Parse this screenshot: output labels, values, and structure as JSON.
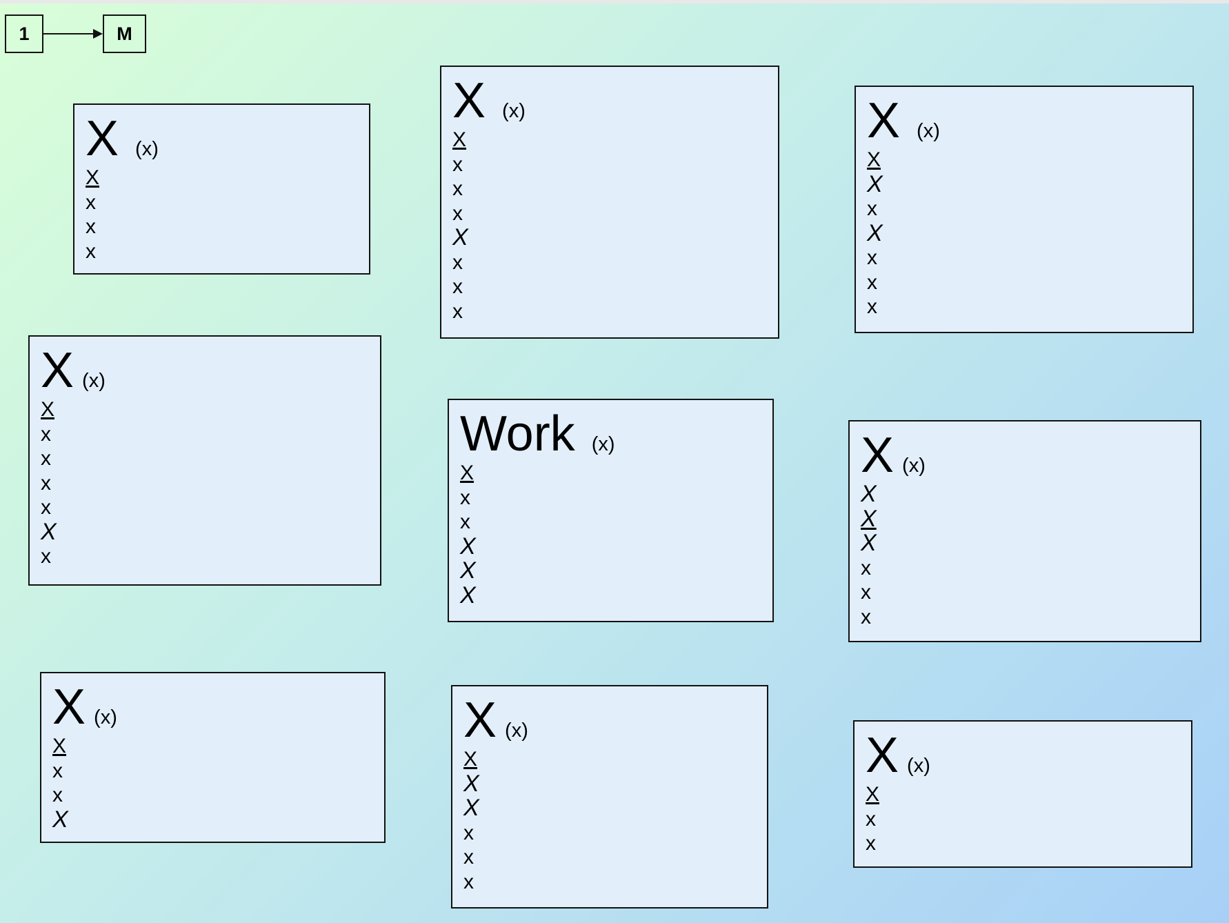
{
  "legend": {
    "one_label": "1",
    "many_label": "M"
  },
  "entities": [
    {
      "name": "X",
      "tag": "(x)",
      "attributes": [
        {
          "text": "X",
          "kind": "pk"
        },
        {
          "text": "x",
          "kind": "plain"
        },
        {
          "text": "x",
          "kind": "plain"
        },
        {
          "text": "x",
          "kind": "plain"
        }
      ]
    },
    {
      "name": "X",
      "tag": "(x)",
      "attributes": [
        {
          "text": "X",
          "kind": "pk"
        },
        {
          "text": "x",
          "kind": "plain"
        },
        {
          "text": "x",
          "kind": "plain"
        },
        {
          "text": "x",
          "kind": "plain"
        },
        {
          "text": "X",
          "kind": "fk"
        },
        {
          "text": "x",
          "kind": "plain"
        },
        {
          "text": "x",
          "kind": "plain"
        },
        {
          "text": "x",
          "kind": "plain"
        }
      ]
    },
    {
      "name": "X",
      "tag": "(x)",
      "attributes": [
        {
          "text": "X",
          "kind": "pk"
        },
        {
          "text": "X",
          "kind": "fk"
        },
        {
          "text": "x",
          "kind": "plain"
        },
        {
          "text": "X",
          "kind": "fk"
        },
        {
          "text": "x",
          "kind": "plain"
        },
        {
          "text": "x",
          "kind": "plain"
        },
        {
          "text": "x",
          "kind": "plain"
        }
      ]
    },
    {
      "name": "X",
      "tag": "(x)",
      "attributes": [
        {
          "text": "X",
          "kind": "pk"
        },
        {
          "text": "x",
          "kind": "plain"
        },
        {
          "text": "x",
          "kind": "plain"
        },
        {
          "text": "x",
          "kind": "plain"
        },
        {
          "text": "x",
          "kind": "plain"
        },
        {
          "text": "X",
          "kind": "fk"
        },
        {
          "text": "x",
          "kind": "plain"
        }
      ]
    },
    {
      "name": "Work",
      "tag": "(x)",
      "attributes": [
        {
          "text": "X",
          "kind": "pk"
        },
        {
          "text": "x",
          "kind": "plain"
        },
        {
          "text": "x",
          "kind": "plain"
        },
        {
          "text": "X",
          "kind": "fk"
        },
        {
          "text": "X",
          "kind": "fk"
        },
        {
          "text": "X",
          "kind": "fk"
        }
      ]
    },
    {
      "name": "X",
      "tag": "(x)",
      "attributes": [
        {
          "text": "X",
          "kind": "fk"
        },
        {
          "text": "X",
          "kind": "pkfk"
        },
        {
          "text": "X",
          "kind": "fk"
        },
        {
          "text": "x",
          "kind": "plain"
        },
        {
          "text": "x",
          "kind": "plain"
        },
        {
          "text": "x",
          "kind": "plain"
        }
      ]
    },
    {
      "name": "X",
      "tag": "(x)",
      "attributes": [
        {
          "text": "X",
          "kind": "pk"
        },
        {
          "text": "x",
          "kind": "plain"
        },
        {
          "text": "x",
          "kind": "plain"
        },
        {
          "text": "X",
          "kind": "fk"
        }
      ]
    },
    {
      "name": "X",
      "tag": "(x)",
      "attributes": [
        {
          "text": "X",
          "kind": "pk"
        },
        {
          "text": "X",
          "kind": "fk"
        },
        {
          "text": "X",
          "kind": "fk"
        },
        {
          "text": "x",
          "kind": "plain"
        },
        {
          "text": "x",
          "kind": "plain"
        },
        {
          "text": "x",
          "kind": "plain"
        }
      ]
    },
    {
      "name": "X",
      "tag": "(x)",
      "attributes": [
        {
          "text": "X",
          "kind": "pk"
        },
        {
          "text": "x",
          "kind": "plain"
        },
        {
          "text": "x",
          "kind": "plain"
        }
      ]
    }
  ]
}
